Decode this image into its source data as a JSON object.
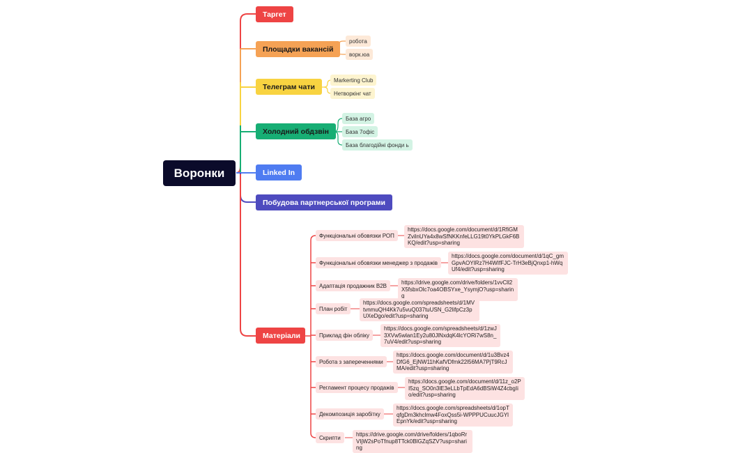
{
  "root": {
    "label": "Воронки"
  },
  "colors": {
    "red": "#ee4444",
    "orange": "#f5a255",
    "yellow": "#f8d341",
    "green": "#17ae74",
    "blue": "#4f7cf1",
    "indigo": "#4e4bbf",
    "root": "#0b0b2a"
  },
  "branches": [
    {
      "id": "target",
      "label": "Таргет",
      "color": "#ee4444",
      "children": []
    },
    {
      "id": "job-sites",
      "label": "Площадки вакансій",
      "color": "#f5a255",
      "children": [
        {
          "label": "робота"
        },
        {
          "label": "ворк.юа"
        }
      ]
    },
    {
      "id": "telegram",
      "label": "Телеграм чати",
      "color": "#f8d341",
      "children": [
        {
          "label": "Markerting Club"
        },
        {
          "label": "Нетворкінг чат"
        }
      ]
    },
    {
      "id": "cold-calls",
      "label": "Холодний обдзвін",
      "color": "#17ae74",
      "children": [
        {
          "label": "База агро"
        },
        {
          "label": "База 7офіс"
        },
        {
          "label": "База благодійні фонди ь"
        }
      ]
    },
    {
      "id": "linkedin",
      "label": "Linked In",
      "color": "#4f7cf1",
      "children": []
    },
    {
      "id": "partner",
      "label": "Побудова партнерської програми",
      "color": "#4e4bbf",
      "children": []
    },
    {
      "id": "materials",
      "label": "Матеріали",
      "color": "#ee4444",
      "children": [
        {
          "label": "Функціональні обовязки РОП",
          "link": "https://docs.google.com/document/d/1RfiGMZvilnUYa4x8wSfNKKnfeLLG19t0YkPLGkF6BKQ/edit?usp=sharing"
        },
        {
          "label": "Функціональні обовязки менеджер з продажів",
          "link": "https://docs.google.com/document/d/1qC_gmGpvAOYIRz7H4WIfFJC-TrH3eBjQnxp1-hWqUf4/edit?usp=sharing"
        },
        {
          "label": "Адаптація продажник B2B",
          "link": "https://drive.google.com/drive/folders/1vvCll2X5fsbxOlc7oa4OBSYxe_YsymjO?usp=sharing"
        },
        {
          "label": "План робіт",
          "link": "https://docs.google.com/spreadsheets/d/1MVtvnmuQH4Kk7u5vuQ037tuUSN_G2lifpCz3pUXeDgo/edit?usp=sharing"
        },
        {
          "label": "Приклад фін обліку",
          "link": "https://docs.google.com/spreadsheets/d/1zwJ3XVw5wlan1Ey2u80JlNxdqK4lcYORi7wS8n_7uV4/edit?usp=sharing"
        },
        {
          "label": "Робота з запереченнями",
          "link": "https://docs.google.com/document/d/1u3Bvz4DfG6_EjNW11hKafVDfmk22l56MA7PjT9RcJMA/edit?usp=sharing"
        },
        {
          "label": "Регламент процесу продажів",
          "link": "https://docs.google.com/document/d/11z_o2PI5zq_SO0n3lE3eLLbTpEdA6dBSiW4Z4cbgIio/edit?usp=sharing"
        },
        {
          "label": "Декомпозиція заробітку",
          "link": "https://docs.google.com/spreadsheets/d/1opTqfgDm3khclmw4FoxQss5i-WPPPUCuucJGYlEpnYk/edit?usp=sharing"
        },
        {
          "label": "Скрипти",
          "link": "https://drive.google.com/drive/folders/1qboRrVIjW2sPoTfnup8TTck0BlGZqSZV?usp=sharing"
        }
      ]
    }
  ]
}
